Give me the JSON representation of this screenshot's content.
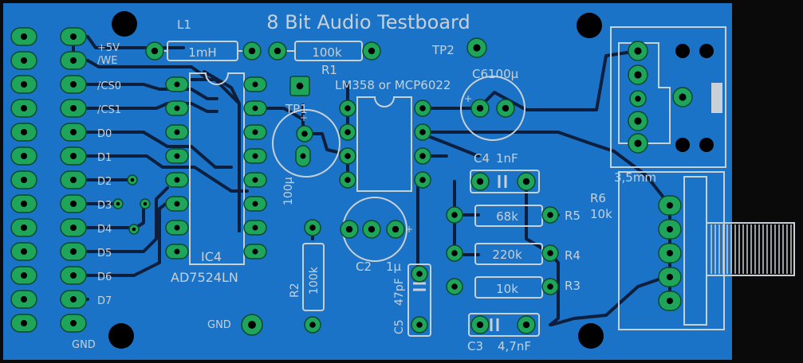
{
  "board": {
    "title": "8 Bit Audio Testboard",
    "colors": {
      "substrate": "#0a0a0a",
      "copper_fill": "#1a73c7",
      "trace": "#0d1f3d",
      "pad": "#1fa55a",
      "pad_ring": "#0a6e38",
      "silk": "#c8d0d8",
      "hole": "#000000"
    }
  },
  "header": {
    "pins_left": [
      "+5V",
      "/WE",
      "/CS0",
      "/CS1",
      "D0",
      "D1",
      "D2",
      "D3",
      "D4",
      "D5",
      "D6",
      "D7"
    ],
    "gnd_label": "GND"
  },
  "components": {
    "l1": {
      "ref": "L1",
      "value": "1mH"
    },
    "r1": {
      "ref": "R1",
      "value": "100k"
    },
    "tp2": {
      "ref": "TP2"
    },
    "tp1": {
      "ref": "TP1"
    },
    "c6": {
      "ref": "C6",
      "value": "100µ"
    },
    "opamp": {
      "value": "LM358 or MCP6022"
    },
    "c1": {
      "value": "100µ"
    },
    "ic4": {
      "ref": "IC4",
      "value": "AD7524LN"
    },
    "c4": {
      "ref": "C4",
      "value": "1nF"
    },
    "r5": {
      "ref": "R5",
      "value": "68k"
    },
    "r4": {
      "ref": "R4",
      "value": "220k"
    },
    "r3": {
      "ref": "R3",
      "value": "10k"
    },
    "c3": {
      "ref": "C3",
      "value": "4,7nF"
    },
    "c2": {
      "ref": "C2",
      "value": "1µ"
    },
    "c5": {
      "ref": "C5",
      "value": "47pF"
    },
    "r2": {
      "ref": "R2",
      "value": "100k"
    },
    "r6": {
      "ref": "R6",
      "value": "10k"
    },
    "jack": {
      "value": "3,5mm"
    },
    "gnd_pad": {
      "label": "GND"
    }
  }
}
